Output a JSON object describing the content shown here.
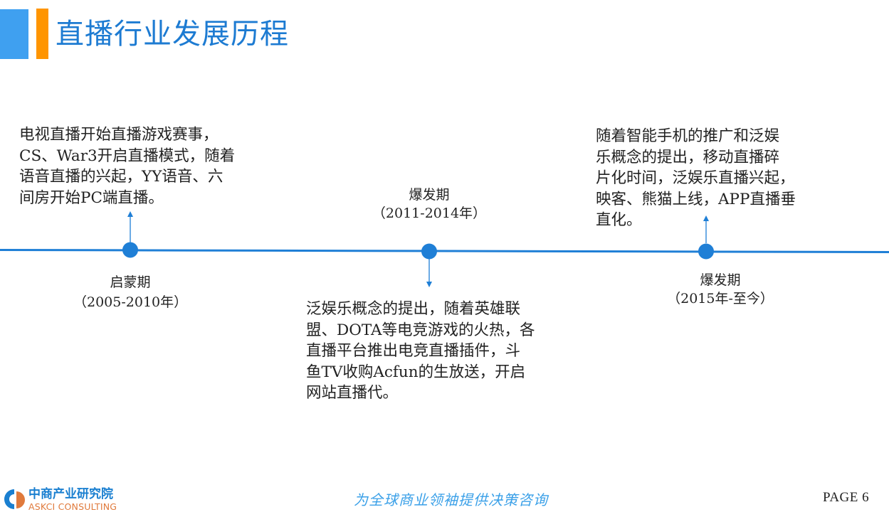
{
  "header": {
    "title": "直播行业发展历程",
    "accent_colors": {
      "blue": "#3fa0f0",
      "orange": "#ff9500",
      "title": "#1d7bd2"
    }
  },
  "timeline": {
    "line_color": "#1f7fd6",
    "stages": [
      {
        "name": "启蒙期",
        "years": "（2005-2010年）",
        "arrow": "up",
        "description_lines": [
          "电视直播开始直播游戏赛事，",
          "CS、War3开启直播模式，随着",
          "语音直播的兴起，YY语音、六",
          "间房开始PC端直播。"
        ]
      },
      {
        "name": "爆发期",
        "years": "（2011-2014年）",
        "arrow": "down",
        "description_lines": [
          "泛娱乐概念的提出，随着英雄联",
          "盟、DOTA等电竞游戏的火热，各",
          "直播平台推出电竞直播插件，斗",
          "鱼TV收购Acfun的生放送，开启",
          "网站直播代。"
        ]
      },
      {
        "name": "爆发期",
        "years": "（2015年-至今）",
        "arrow": "up",
        "description_lines": [
          "随着智能手机的推广和泛娱",
          "乐概念的提出，移动直播碎",
          "片化时间，泛娱乐直播兴起，",
          "映客、熊猫上线，APP直播垂",
          "直化。"
        ]
      }
    ]
  },
  "footer": {
    "logo_icon": "askci-logo-icon",
    "logo_cn": "中商产业研究院",
    "logo_en": "ASKCI CONSULTING",
    "slogan": "为全球商业领袖提供决策咨询",
    "page_label": "PAGE 6"
  }
}
